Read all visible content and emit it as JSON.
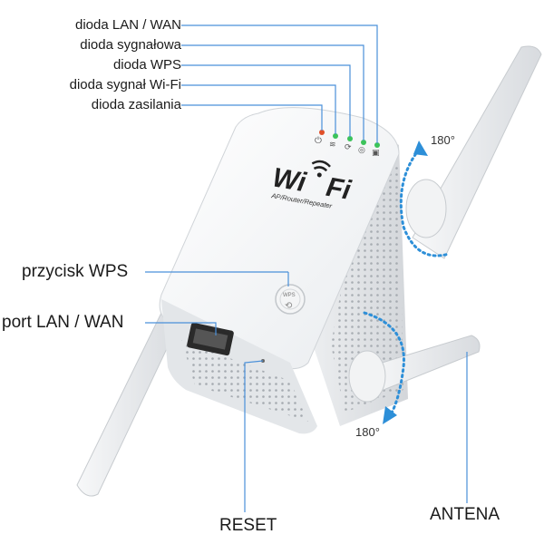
{
  "callouts": {
    "led_lan_wan": "dioda LAN / WAN",
    "led_signal": "dioda sygnałowa",
    "led_wps": "dioda WPS",
    "led_wifi_signal": "dioda sygnał Wi-Fi",
    "led_power": "dioda zasilania",
    "wps_button": "przycisk WPS",
    "lan_wan_port": "port LAN / WAN",
    "reset": "RESET",
    "antenna": "ANTENA"
  },
  "rotation": {
    "top": "180",
    "bottom": "180"
  },
  "device": {
    "logo_wi": "Wi",
    "logo_fi": "Fi",
    "logo_sub": "AP/Router/Repeater",
    "wps_label": "WPS"
  },
  "colors": {
    "callout_line": "#4a90d9",
    "rotation_arrow": "#2d8fd8",
    "led_power": "#e0502a",
    "led_green": "#3cc35a"
  }
}
